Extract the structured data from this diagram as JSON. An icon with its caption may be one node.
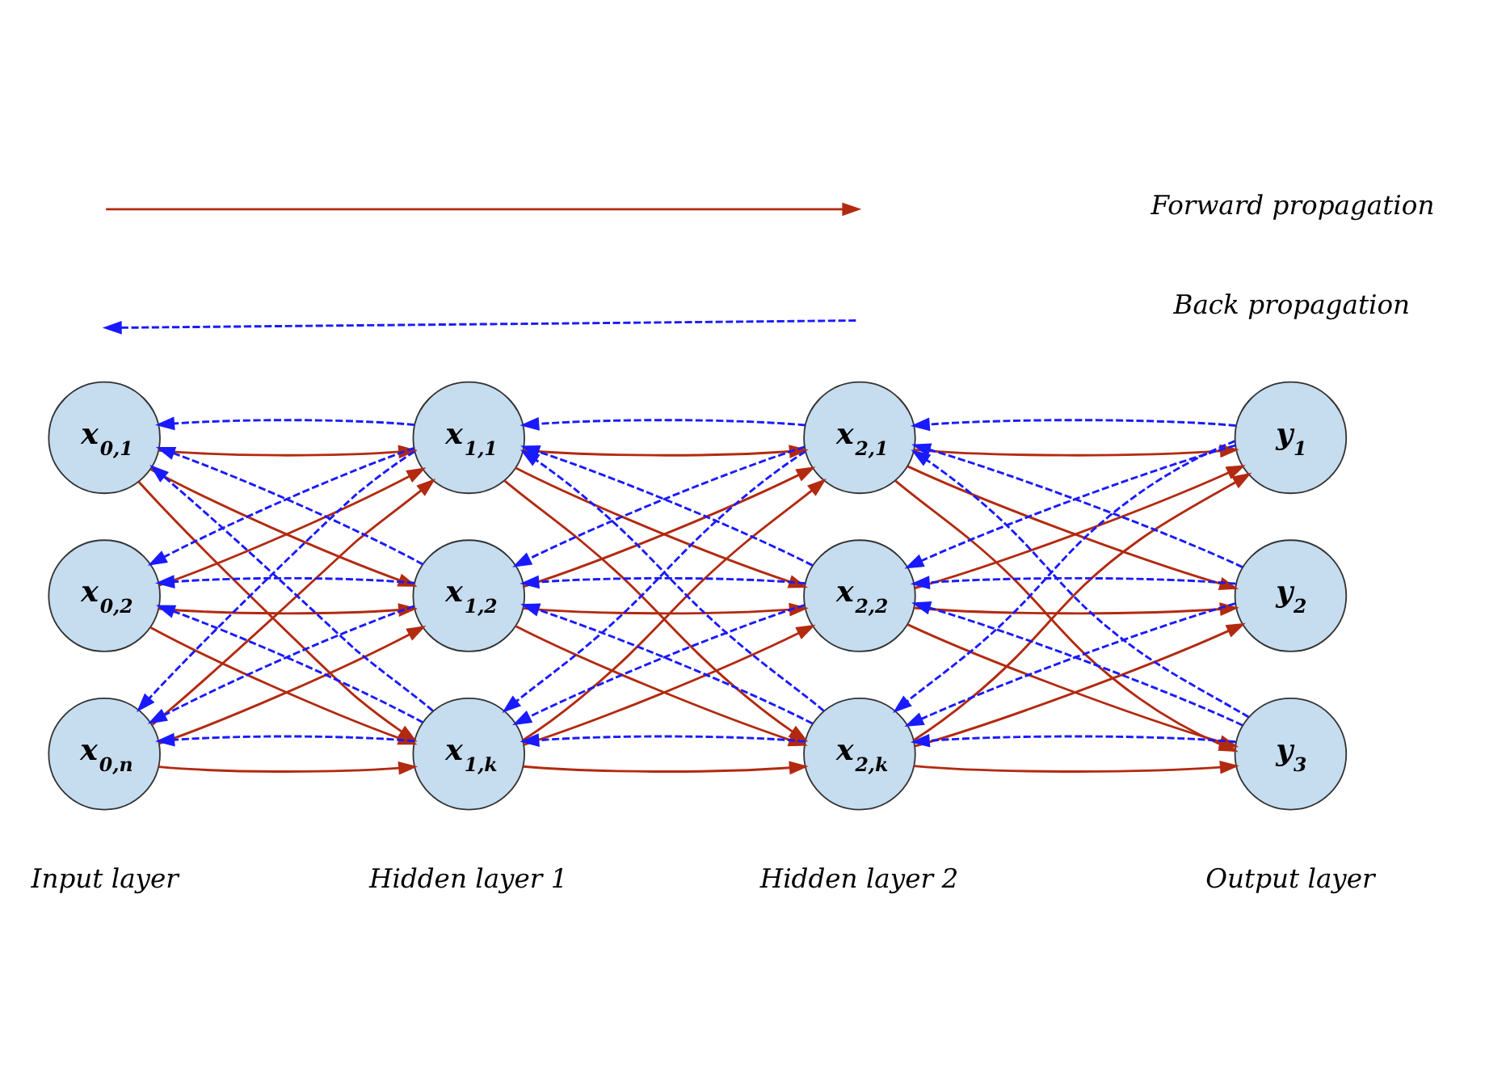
{
  "diagram": {
    "nodes": [
      {
        "text": [
          "x$_{0,1}$"
        ]
      },
      {
        "text": [
          "x$_{0,2}$"
        ]
      },
      {
        "text": [
          "x$_{0,n}$"
        ]
      },
      {
        "text": [
          "x$_{1,1}$"
        ]
      },
      {
        "text": [
          "x$_{1,2}$"
        ]
      },
      {
        "text": [
          "x$_{1,k}$"
        ]
      },
      {
        "text": [
          "x$_{2,1}$"
        ]
      },
      {
        "text": [
          "x$_{2,2}$"
        ]
      },
      {
        "text": [
          "x$_{2,k}$"
        ]
      },
      {
        "text": [
          "y$_{1}$"
        ]
      },
      {
        "text": [
          "y$_{2}$"
        ]
      },
      {
        "text": [
          "y$_{3}$"
        ]
      }
    ],
    "edges": [
      {
        "from": 0,
        "to": 3,
        "arrow": "to",
        "color": "#b22a10"
      },
      {
        "from": 0,
        "to": 4,
        "arrow": "to",
        "color": "#b22a10"
      },
      {
        "from": 0,
        "to": 5,
        "arrow": "to",
        "color": "#b22a10"
      },
      {
        "from": 1,
        "to": 3,
        "arrow": "to",
        "color": "#b22a10"
      },
      {
        "from": 1,
        "to": 4,
        "arrow": "to",
        "color": "#b22a10"
      },
      {
        "from": 1,
        "to": 5,
        "arrow": "to",
        "color": "#b22a10"
      },
      {
        "from": 2,
        "to": 3,
        "arrow": "to",
        "color": "#b22a10"
      },
      {
        "from": 2,
        "to": 4,
        "arrow": "to",
        "color": "#b22a10"
      },
      {
        "from": 2,
        "to": 5,
        "arrow": "to",
        "color": "#b22a10"
      },
      {
        "from": 3,
        "to": 6,
        "arrow": "to",
        "color": "#b22a10"
      },
      {
        "from": 3,
        "to": 7,
        "arrow": "to",
        "color": "#b22a10"
      },
      {
        "from": 3,
        "to": 8,
        "arrow": "to",
        "color": "#b22a10"
      },
      {
        "from": 4,
        "to": 6,
        "arrow": "to",
        "color": "#b22a10"
      },
      {
        "from": 4,
        "to": 7,
        "arrow": "to",
        "color": "#b22a10"
      },
      {
        "from": 4,
        "to": 8,
        "arrow": "to",
        "color": "#b22a10"
      },
      {
        "from": 5,
        "to": 6,
        "arrow": "to",
        "color": "#b22a10"
      },
      {
        "from": 5,
        "to": 7,
        "arrow": "to",
        "color": "#b22a10"
      },
      {
        "from": 5,
        "to": 8,
        "arrow": "to",
        "color": "#b22a10"
      },
      {
        "from": 6,
        "to": 9,
        "arrow": "to",
        "color": "#b22a10"
      },
      {
        "from": 6,
        "to": 10,
        "arrow": "to",
        "color": "#b22a10"
      },
      {
        "from": 6,
        "to": 11,
        "arrow": "to",
        "color": "#b22a10"
      },
      {
        "from": 7,
        "to": 9,
        "arrow": "to",
        "color": "#b22a10"
      },
      {
        "from": 7,
        "to": 10,
        "arrow": "to",
        "color": "#b22a10"
      },
      {
        "from": 7,
        "to": 11,
        "arrow": "to",
        "color": "#b22a10"
      },
      {
        "from": 8,
        "to": 9,
        "arrow": "to",
        "color": "#b22a10"
      },
      {
        "from": 8,
        "to": 10,
        "arrow": "to",
        "color": "#b22a10"
      },
      {
        "from": 8,
        "to": 11,
        "arrow": "to",
        "color": "#b22a10"
      },
      {
        "from": 3,
        "to": 0,
        "arrow": "to",
        "style": "dashed",
        "color": "#1a1aff"
      },
      {
        "from": 4,
        "to": 0,
        "arrow": "to",
        "style": "dashed",
        "color": "#1a1aff"
      },
      {
        "from": 5,
        "to": 0,
        "arrow": "to",
        "style": "dashed",
        "color": "#1a1aff"
      },
      {
        "from": 3,
        "to": 1,
        "arrow": "to",
        "style": "dashed",
        "color": "#1a1aff"
      },
      {
        "from": 4,
        "to": 1,
        "arrow": "to",
        "style": "dashed",
        "color": "#1a1aff"
      },
      {
        "from": 5,
        "to": 1,
        "arrow": "to",
        "style": "dashed",
        "color": "#1a1aff"
      },
      {
        "from": 3,
        "to": 2,
        "arrow": "to",
        "style": "dashed",
        "color": "#1a1aff"
      },
      {
        "from": 4,
        "to": 2,
        "arrow": "to",
        "style": "dashed",
        "color": "#1a1aff"
      },
      {
        "from": 5,
        "to": 2,
        "arrow": "to",
        "style": "dashed",
        "color": "#1a1aff"
      },
      {
        "from": 6,
        "to": 3,
        "arrow": "to",
        "style": "dashed",
        "color": "#1a1aff"
      },
      {
        "from": 7,
        "to": 3,
        "arrow": "to",
        "style": "dashed",
        "color": "#1a1aff"
      },
      {
        "from": 8,
        "to": 3,
        "arrow": "to",
        "style": "dashed",
        "color": "#1a1aff"
      },
      {
        "from": 6,
        "to": 4,
        "arrow": "to",
        "style": "dashed",
        "color": "#1a1aff"
      },
      {
        "from": 7,
        "to": 4,
        "arrow": "to",
        "style": "dashed",
        "color": "#1a1aff"
      },
      {
        "from": 8,
        "to": 4,
        "arrow": "to",
        "style": "dashed",
        "color": "#1a1aff"
      },
      {
        "from": 6,
        "to": 5,
        "arrow": "to",
        "style": "dashed",
        "color": "#1a1aff"
      },
      {
        "from": 7,
        "to": 5,
        "arrow": "to",
        "style": "dashed",
        "color": "#1a1aff"
      },
      {
        "from": 8,
        "to": 5,
        "arrow": "to",
        "style": "dashed",
        "color": "#1a1aff"
      },
      {
        "from": 9,
        "to": 6,
        "arrow": "to",
        "style": "dashed",
        "color": "#1a1aff"
      },
      {
        "from": 10,
        "to": 6,
        "arrow": "to",
        "style": "dashed",
        "color": "#1a1aff"
      },
      {
        "from": 11,
        "to": 6,
        "arrow": "to",
        "style": "dashed",
        "color": "#1a1aff"
      },
      {
        "from": 9,
        "to": 7,
        "arrow": "to",
        "style": "dashed",
        "color": "#1a1aff"
      },
      {
        "from": 10,
        "to": 7,
        "arrow": "to",
        "style": "dashed",
        "color": "#1a1aff"
      },
      {
        "from": 11,
        "to": 7,
        "arrow": "to",
        "style": "dashed",
        "color": "#1a1aff"
      },
      {
        "from": 9,
        "to": 8,
        "arrow": "to",
        "style": "dashed",
        "color": "#1a1aff"
      },
      {
        "from": 10,
        "to": 8,
        "arrow": "to",
        "style": "dashed",
        "color": "#1a1aff"
      },
      {
        "from": 11,
        "to": 8,
        "arrow": "to",
        "style": "dashed",
        "color": "#1a1aff"
      }
    ],
    "labels": [
      "Input layer",
      "Hidden layer 1",
      "Hidden layer 2",
      "Output layer"
    ],
    "legend": [
      {
        "text": "Forward propagation"
      },
      {
        "text": "Back propagation"
      }
    ]
  }
}
